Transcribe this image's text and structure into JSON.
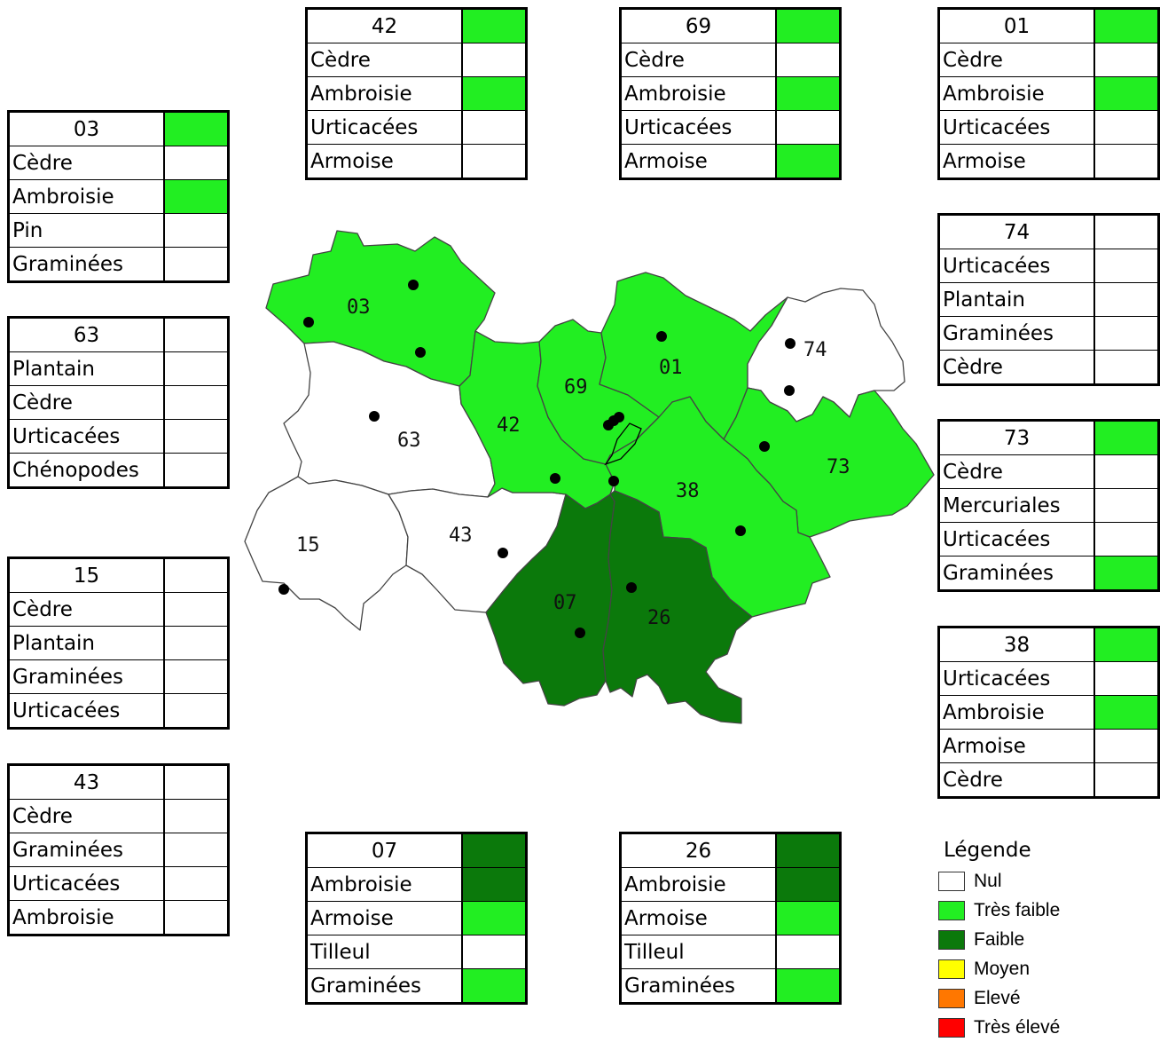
{
  "levels": {
    "nul": "#ffffff",
    "tres_faible": "#22ee22",
    "faible": "#0b790b",
    "moyen": "#ffff00",
    "eleve": "#ff7700",
    "tres_eleve": "#ff0000"
  },
  "departments": [
    {
      "code": "42",
      "level": "tres_faible",
      "taxa": [
        {
          "name": "Cèdre",
          "level": "nul"
        },
        {
          "name": "Ambroisie",
          "level": "tres_faible"
        },
        {
          "name": "Urticacées",
          "level": "nul"
        },
        {
          "name": "Armoise",
          "level": "nul"
        }
      ]
    },
    {
      "code": "69",
      "level": "tres_faible",
      "taxa": [
        {
          "name": "Cèdre",
          "level": "nul"
        },
        {
          "name": "Ambroisie",
          "level": "tres_faible"
        },
        {
          "name": "Urticacées",
          "level": "nul"
        },
        {
          "name": "Armoise",
          "level": "tres_faible"
        }
      ]
    },
    {
      "code": "01",
      "level": "tres_faible",
      "taxa": [
        {
          "name": "Cèdre",
          "level": "nul"
        },
        {
          "name": "Ambroisie",
          "level": "tres_faible"
        },
        {
          "name": "Urticacées",
          "level": "nul"
        },
        {
          "name": "Armoise",
          "level": "nul"
        }
      ]
    },
    {
      "code": "03",
      "level": "tres_faible",
      "taxa": [
        {
          "name": "Cèdre",
          "level": "nul"
        },
        {
          "name": "Ambroisie",
          "level": "tres_faible"
        },
        {
          "name": "Pin",
          "level": "nul"
        },
        {
          "name": "Graminées",
          "level": "nul"
        }
      ]
    },
    {
      "code": "74",
      "level": "nul",
      "taxa": [
        {
          "name": "Urticacées",
          "level": "nul"
        },
        {
          "name": "Plantain",
          "level": "nul"
        },
        {
          "name": "Graminées",
          "level": "nul"
        },
        {
          "name": "Cèdre",
          "level": "nul"
        }
      ]
    },
    {
      "code": "63",
      "level": "nul",
      "taxa": [
        {
          "name": "Plantain",
          "level": "nul"
        },
        {
          "name": "Cèdre",
          "level": "nul"
        },
        {
          "name": "Urticacées",
          "level": "nul"
        },
        {
          "name": "Chénopodes",
          "level": "nul"
        }
      ]
    },
    {
      "code": "73",
      "level": "tres_faible",
      "taxa": [
        {
          "name": "Cèdre",
          "level": "nul"
        },
        {
          "name": "Mercuriales",
          "level": "nul"
        },
        {
          "name": "Urticacées",
          "level": "nul"
        },
        {
          "name": "Graminées",
          "level": "tres_faible"
        }
      ]
    },
    {
      "code": "15",
      "level": "nul",
      "taxa": [
        {
          "name": "Cèdre",
          "level": "nul"
        },
        {
          "name": "Plantain",
          "level": "nul"
        },
        {
          "name": "Graminées",
          "level": "nul"
        },
        {
          "name": "Urticacées",
          "level": "nul"
        }
      ]
    },
    {
      "code": "38",
      "level": "tres_faible",
      "taxa": [
        {
          "name": "Urticacées",
          "level": "nul"
        },
        {
          "name": "Ambroisie",
          "level": "tres_faible"
        },
        {
          "name": "Armoise",
          "level": "nul"
        },
        {
          "name": "Cèdre",
          "level": "nul"
        }
      ]
    },
    {
      "code": "43",
      "level": "nul",
      "taxa": [
        {
          "name": "Cèdre",
          "level": "nul"
        },
        {
          "name": "Graminées",
          "level": "nul"
        },
        {
          "name": "Urticacées",
          "level": "nul"
        },
        {
          "name": "Ambroisie",
          "level": "nul"
        }
      ]
    },
    {
      "code": "07",
      "level": "faible",
      "taxa": [
        {
          "name": "Ambroisie",
          "level": "faible"
        },
        {
          "name": "Armoise",
          "level": "tres_faible"
        },
        {
          "name": "Tilleul",
          "level": "nul"
        },
        {
          "name": "Graminées",
          "level": "tres_faible"
        }
      ]
    },
    {
      "code": "26",
      "level": "faible",
      "taxa": [
        {
          "name": "Ambroisie",
          "level": "faible"
        },
        {
          "name": "Armoise",
          "level": "tres_faible"
        },
        {
          "name": "Tilleul",
          "level": "nul"
        },
        {
          "name": "Graminées",
          "level": "tres_faible"
        }
      ]
    }
  ],
  "map_labels": [
    "03",
    "69",
    "01",
    "74",
    "42",
    "63",
    "73",
    "38",
    "15",
    "43",
    "07",
    "26"
  ],
  "legend": {
    "title": "Légende",
    "items": [
      {
        "label": "Nul",
        "level": "nul"
      },
      {
        "label": "Très faible",
        "level": "tres_faible"
      },
      {
        "label": "Faible",
        "level": "faible"
      },
      {
        "label": "Moyen",
        "level": "moyen"
      },
      {
        "label": "Elevé",
        "level": "eleve"
      },
      {
        "label": "Très élevé",
        "level": "tres_eleve"
      }
    ]
  }
}
